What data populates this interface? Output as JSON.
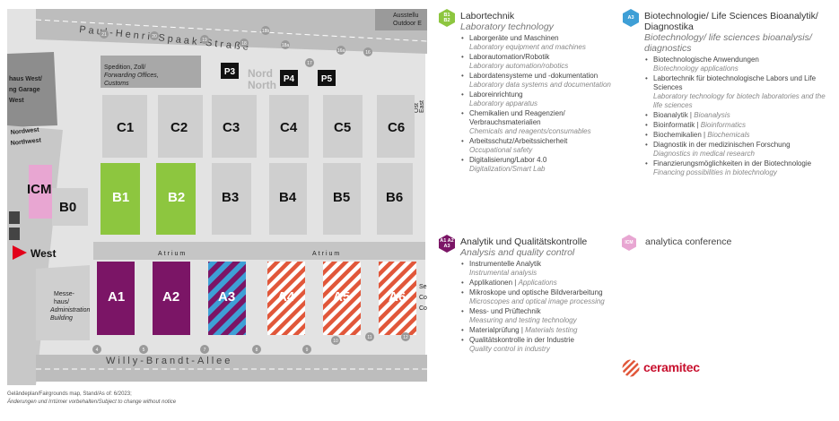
{
  "map": {
    "streets": {
      "north": "Paul-Henri-Spaak-Straße",
      "south": "Willy-Brandt-Allee"
    },
    "corner_top_right": [
      "Ausstellu",
      "Outdoor E"
    ],
    "forwarding": [
      "Spedition, Zoll/",
      "Forwarding Offices,",
      "Customs"
    ],
    "nord": [
      "Nord",
      "North"
    ],
    "parking": [
      "P3",
      "P4",
      "P5"
    ],
    "left_top": [
      "haus West/",
      "ng Garage",
      "West"
    ],
    "nordwest": [
      "Nordwest",
      "Northwest"
    ],
    "icm": "ICM",
    "west": "West",
    "messehaus": [
      "Messe-",
      "haus/",
      "Administration",
      "Building"
    ],
    "atrium": "Atrium",
    "halls_row_c": [
      "C1",
      "C2",
      "C3",
      "C4",
      "C5",
      "C6"
    ],
    "halls_row_b": [
      "B0",
      "B1",
      "B2",
      "B3",
      "B4",
      "B5",
      "B6"
    ],
    "halls_row_a": [
      "A1",
      "A2",
      "A3",
      "A4",
      "A5",
      "A6"
    ],
    "side_right_top": [
      "Ost",
      "East"
    ],
    "side_right_bottom": [
      "Se",
      "Co",
      "Co"
    ],
    "gate_numbers_top": [
      "21",
      "20",
      "19",
      "18",
      "18b",
      "18a",
      "17",
      "16a",
      "16"
    ],
    "gate_numbers_bottom": [
      "4",
      "5",
      "7",
      "8",
      "9",
      "10",
      "11",
      "12"
    ]
  },
  "footer": [
    "Geländeplan/Fairgrounds map, Stand/As of: 6/2023;",
    "Änderungen und Irrtümer vorbehalten/Subject to change without notice"
  ],
  "legend": {
    "laborTechnik": {
      "badge": [
        "B1",
        "B2"
      ],
      "title": "Labortechnik",
      "title_en": "Laboratory technology",
      "items": [
        {
          "de": "Laborgeräte und Maschinen",
          "en": "Laboratory equipment and machines"
        },
        {
          "de": "Laborautomation/Robotik",
          "en": "Laboratory automation/robotics"
        },
        {
          "de": "Labordatensysteme und -dokumentation",
          "en": "Laboratory data systems and documentation"
        },
        {
          "de": "Laboreinrichtung",
          "en": "Laboratory apparatus"
        },
        {
          "de": "Chemikalien und Reagenzien/ Verbrauchsmaterialien",
          "en": "Chemicals and reagents/consumables"
        },
        {
          "de": "Arbeitsschutz/Arbeitssicherheit",
          "en": "Occupational safety"
        },
        {
          "de": "Digitalisierung/Labor 4.0",
          "en": "Digitalization/Smart Lab"
        }
      ]
    },
    "bio": {
      "badge": [
        "A3"
      ],
      "title": "Biotechnologie/ Life Sciences Bioanalytik/ Diagnostika",
      "title_en": "Biotechnology/ life sciences bioanalysis/ diagnostics",
      "items": [
        {
          "de": "Biotechnologische Anwendungen",
          "en": "Biotechnology applications"
        },
        {
          "de": "Labortechnik für biotechnologische Labors und Life Sciences",
          "en": "Laboratory technology for biotech laboratories and the life sciences"
        },
        {
          "de": "Bioanalytik",
          "en": "Bioanalysis",
          "inline": true
        },
        {
          "de": "Bioinformatik",
          "en": "Bioinformatics",
          "inline": true
        },
        {
          "de": "Biochemikalien",
          "en": "Biochemicals",
          "inline": true
        },
        {
          "de": "Diagnostik in der medizinischen Forschung",
          "en": "Diagnostics in medical research"
        },
        {
          "de": "Finanzierungsmöglichkeiten in der Biotechnologie",
          "en": "Financing possibilities in biotechnology"
        }
      ]
    },
    "analytik": {
      "badge": [
        "A1 A2",
        "A3"
      ],
      "title": "Analytik und Qualitätskontrolle",
      "title_en": "Analysis and quality control",
      "items": [
        {
          "de": "Instrumentelle Analytik",
          "en": "Instrumental analysis"
        },
        {
          "de": "Applikationen",
          "en": "Applications",
          "inline": true
        },
        {
          "de": "Mikroskope und optische Bildverarbeitung",
          "en": "Microscopes and optical image processing"
        },
        {
          "de": "Mess- und Prüftechnik",
          "en": "Measuring and testing technology"
        },
        {
          "de": "Materialprüfung",
          "en": "Materials testing",
          "inline": true
        },
        {
          "de": "Qualitätskontrolle in der Industrie",
          "en": "Quality control in industry"
        }
      ]
    }
  },
  "conference": {
    "badge": "ICM",
    "label": "analytica conference"
  },
  "ceramitec": {
    "label": "ceramitec"
  },
  "colors": {
    "labortechnik": "#8dc63f",
    "biotech": "#3e9fd6",
    "analytik": "#7b1566",
    "ceramitec": "#e1573a",
    "conference": "#e8a6d2",
    "hall_grey": "#cfcfcf",
    "ground": "#e3e3e3"
  }
}
